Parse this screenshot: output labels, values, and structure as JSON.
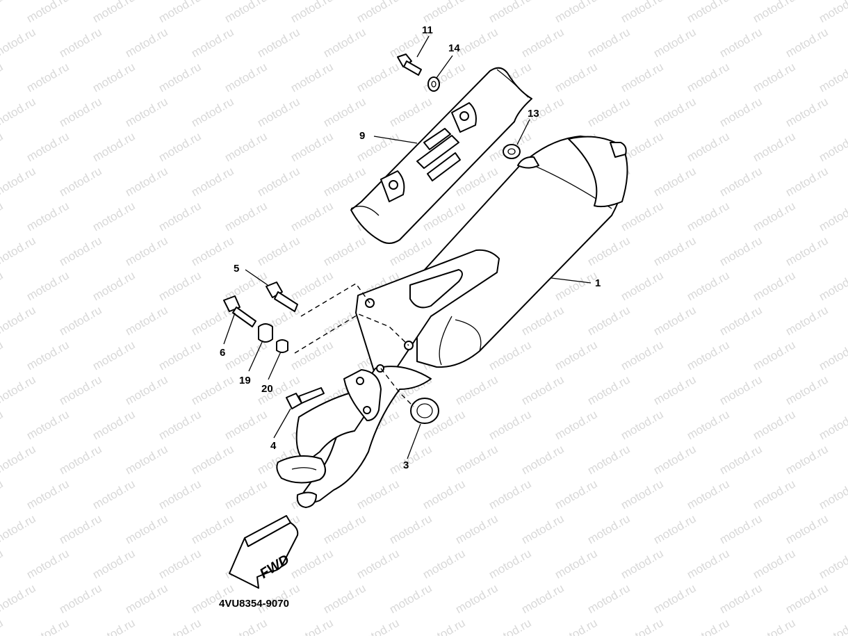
{
  "diagram": {
    "watermark": "motod.ru",
    "part_code": "4VU8354-9070",
    "direction_label": "FWD",
    "callouts": {
      "c1": "1",
      "c3": "3",
      "c4": "4",
      "c5": "5",
      "c6": "6",
      "c9": "9",
      "c11": "11",
      "c13": "13",
      "c14": "14",
      "c19": "19",
      "c20": "20"
    }
  }
}
